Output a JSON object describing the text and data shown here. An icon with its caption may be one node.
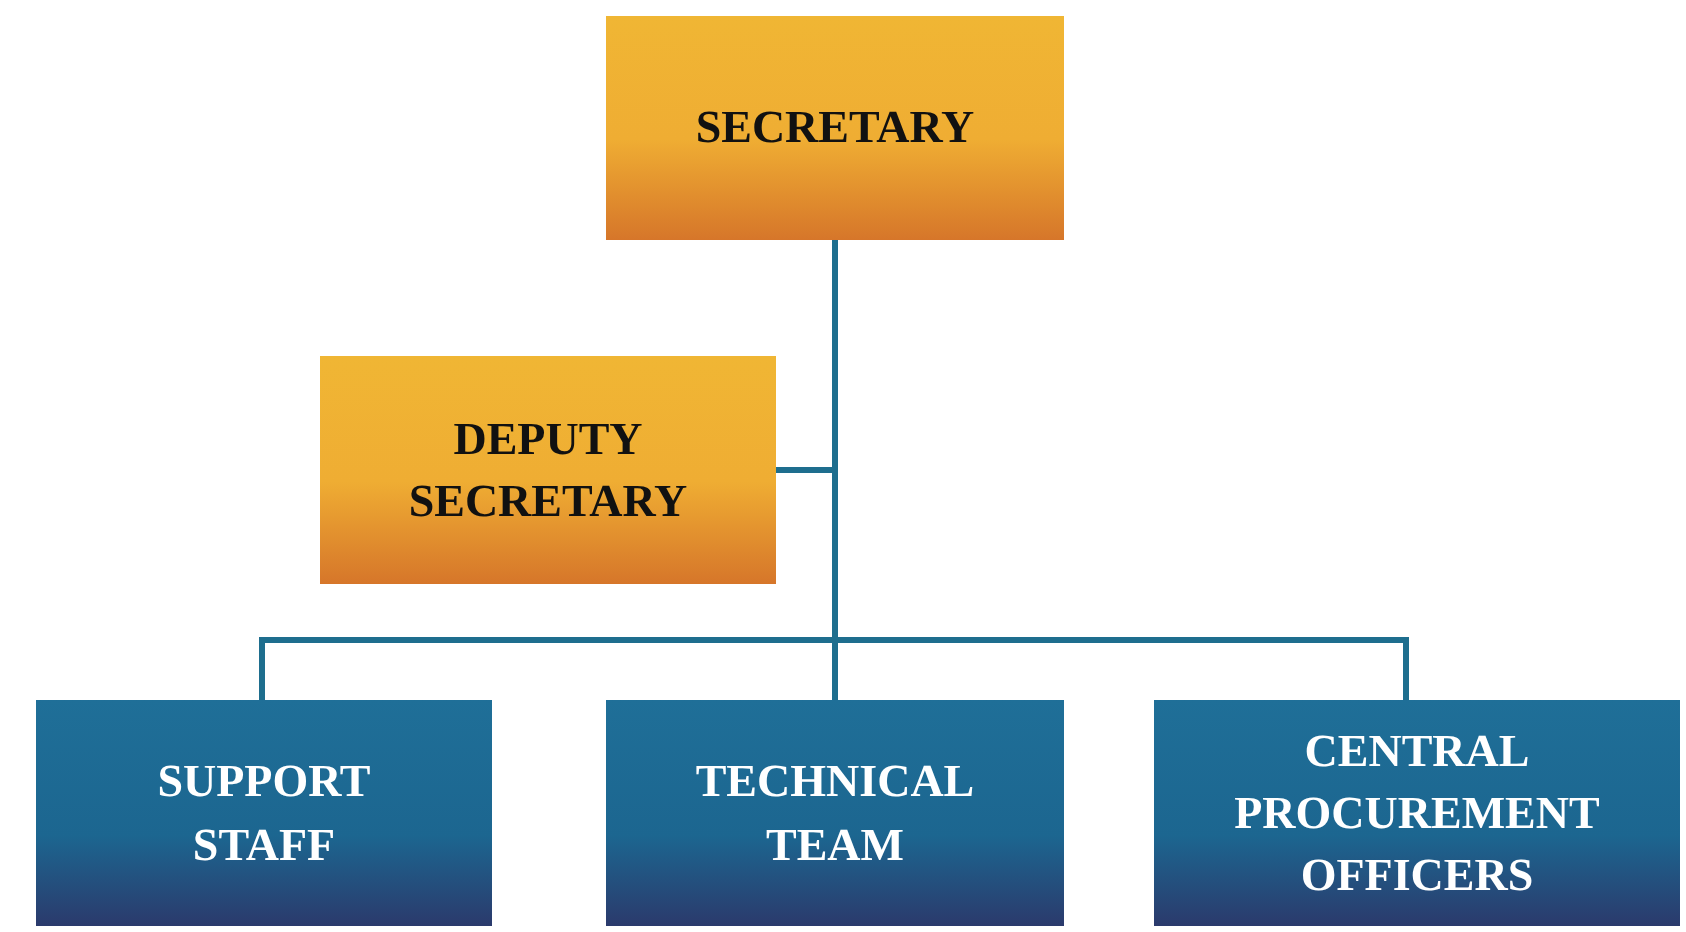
{
  "diagram": {
    "nodes": [
      {
        "text": [
          "SECRETARY"
        ]
      },
      {
        "text": [
          "DEPUTY SECRETARY"
        ]
      },
      {
        "text": [
          "SUPPORT STAFF"
        ]
      },
      {
        "text": [
          "TECHNICAL TEAM"
        ]
      },
      {
        "text": [
          "CENTRAL PROCUREMENT OFFICERS"
        ]
      }
    ],
    "edges": [
      {
        "from": 0,
        "to": 1,
        "arrow": "none"
      },
      {
        "from": 0,
        "to": 2,
        "arrow": "none"
      },
      {
        "from": 0,
        "to": 3,
        "arrow": "none"
      },
      {
        "from": 0,
        "to": 4,
        "arrow": "none"
      }
    ]
  }
}
